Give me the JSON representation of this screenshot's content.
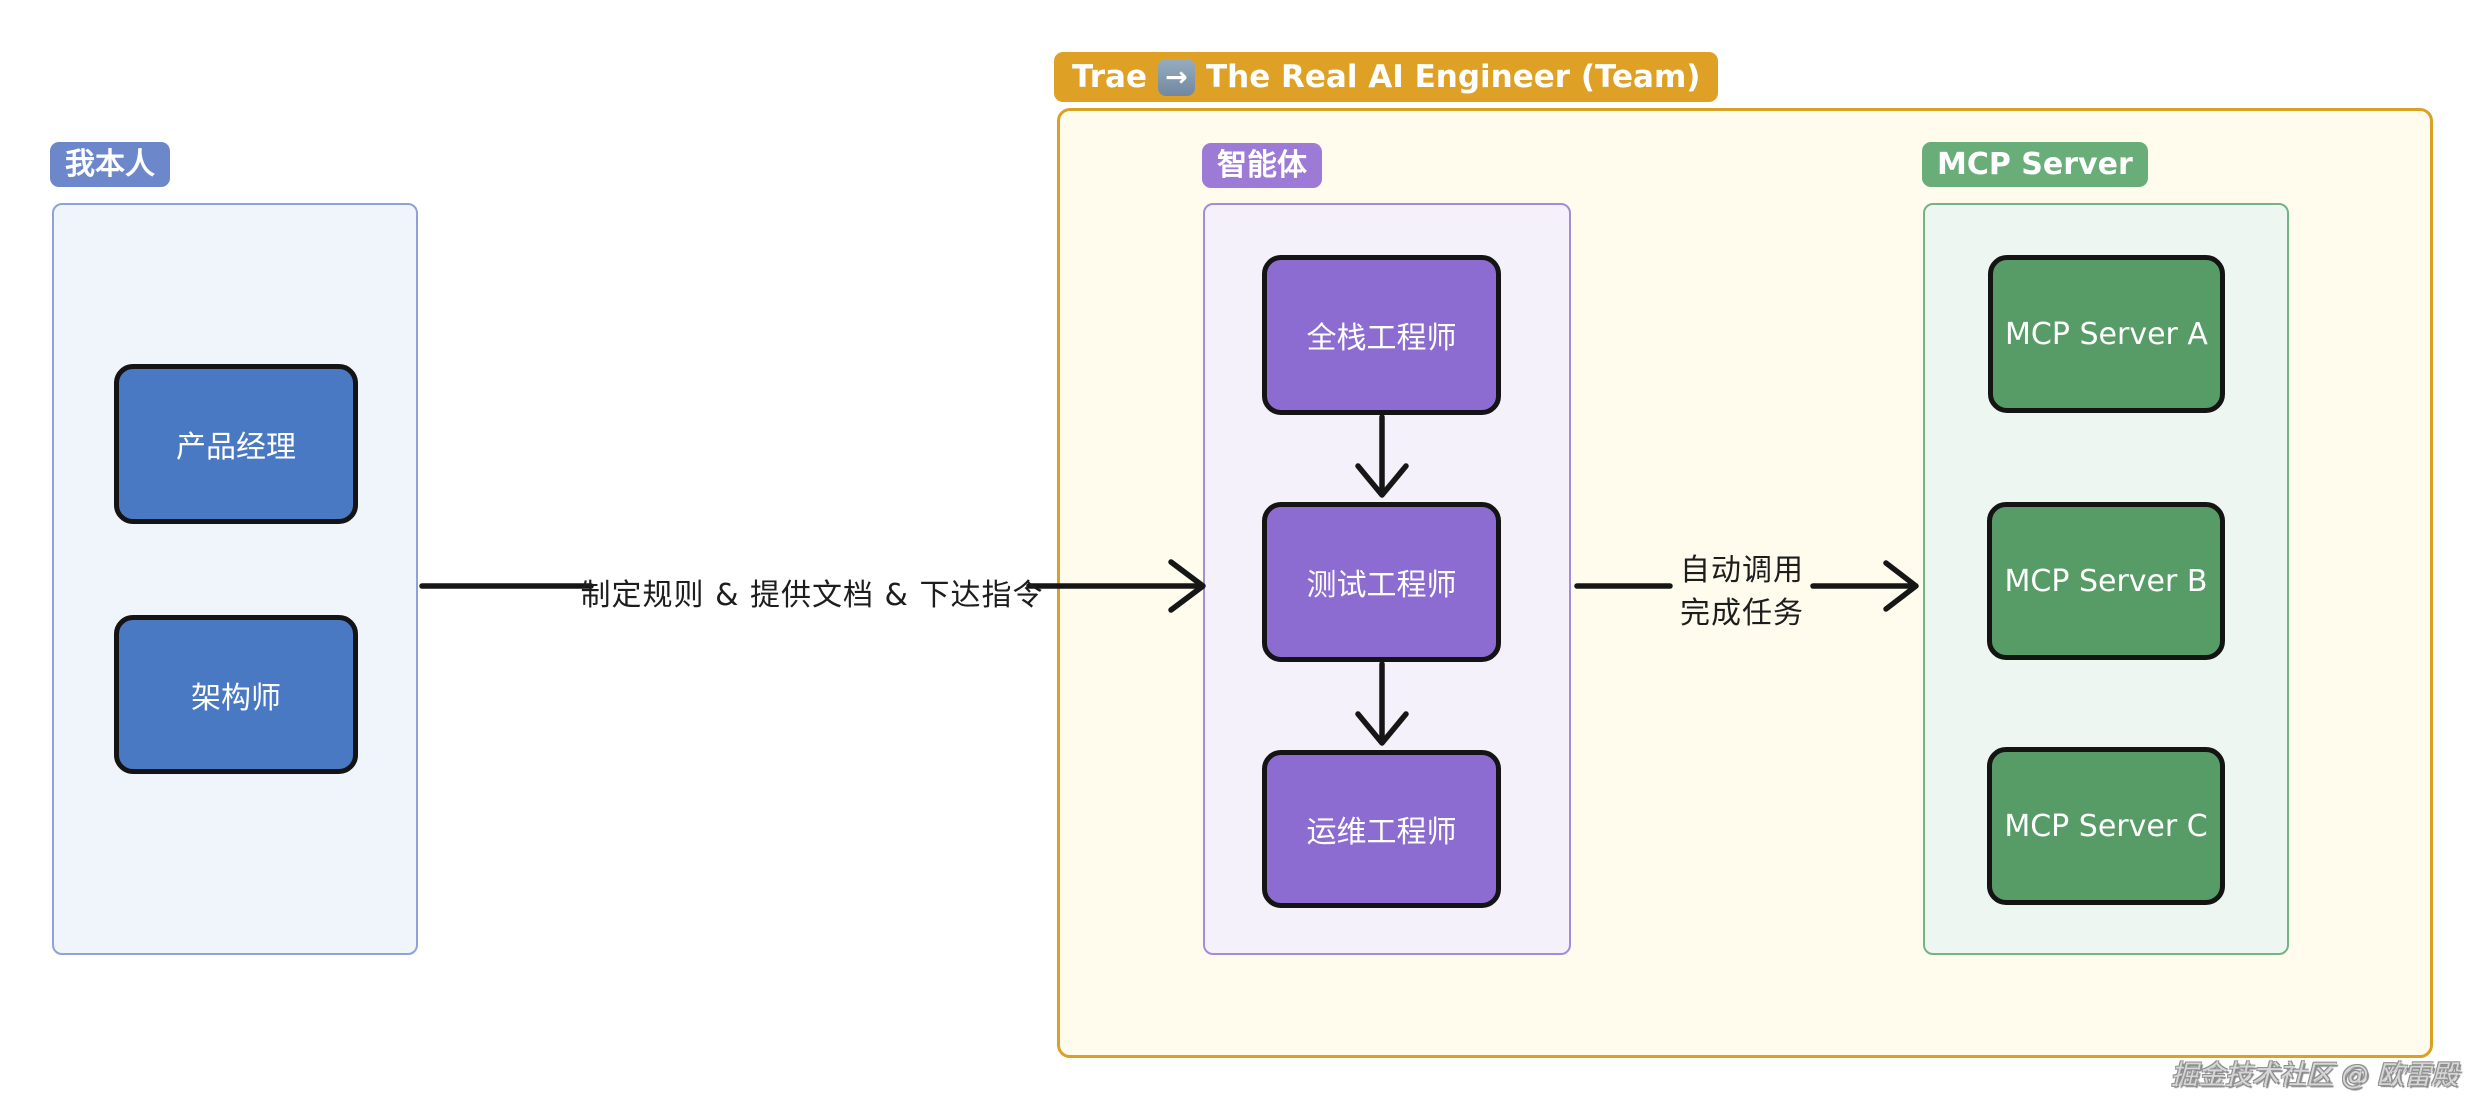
{
  "header": {
    "label_left": "Trae",
    "arrow_glyph": "→",
    "label_right": "The Real AI Engineer (Team)",
    "badge_color": "#DFA125"
  },
  "groups": {
    "me": {
      "label": "我本人",
      "label_color": "#6C88CB",
      "container_bg": "#F0F4FB",
      "node_color": "#4A79C4",
      "nodes": [
        "产品经理",
        "架构师"
      ]
    },
    "agents": {
      "label": "智能体",
      "label_color": "#9C7AD6",
      "container_bg": "#F4F1FB",
      "node_color": "#8C6CD0",
      "nodes": [
        "全栈工程师",
        "测试工程师",
        "运维工程师"
      ]
    },
    "mcp": {
      "label": "MCP Server",
      "label_color": "#69AD78",
      "container_bg": "#EDF6F0",
      "node_color": "#579C67",
      "nodes": [
        "MCP Server A",
        "MCP Server B",
        "MCP Server C"
      ]
    }
  },
  "edges": {
    "me_to_agents": "制定规则 & 提供文档 & 下达指令",
    "agents_to_mcp_line1": "自动调用",
    "agents_to_mcp_line2": "完成任务"
  },
  "team_container_bg": "#FFFCEE",
  "team_container_border": "#DAA127",
  "arrow_color": "#161616",
  "watermark": "掘金技术社区 @ 欧雷殿"
}
